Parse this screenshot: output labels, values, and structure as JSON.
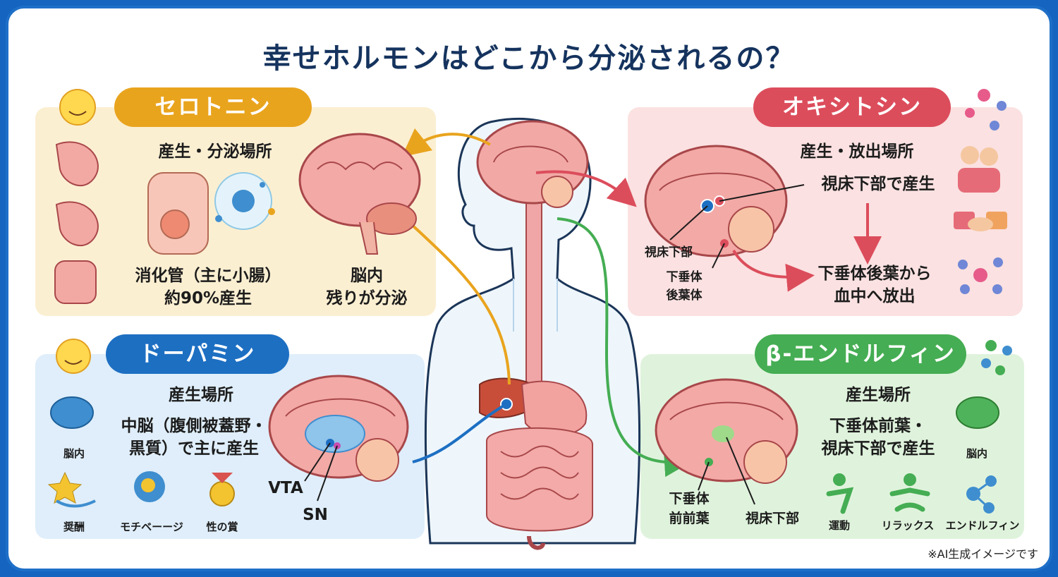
{
  "title": "幸せホルモンはどこから分泌されるの？",
  "note": "※AI生成イメージです",
  "colors": {
    "serotonin": "#e9a41e",
    "oxytocin": "#dc4d5c",
    "dopamine": "#1d6fc2",
    "endorphin": "#45ad53"
  },
  "serotonin": {
    "name": "セロトニン",
    "heading": "産生・分泌場所",
    "gut_line1": "消化管（主に小腸）",
    "gut_line2": "約90%産生",
    "brain_line1": "脳内",
    "brain_line2": "残りが分泌"
  },
  "oxytocin": {
    "name": "オキシトシン",
    "heading": "産生・放出場所",
    "produce": "視床下部で産生",
    "hypothalamus": "視床下部",
    "pituitary_line1": "下垂体",
    "pituitary_line2": "後葉体",
    "release_line1": "下垂体後葉から",
    "release_line2": "血中へ放出"
  },
  "dopamine": {
    "name": "ドーパミン",
    "heading": "産生場所",
    "line1": "中脳（腹側被蓋野・",
    "line2": "黒質）で主に産生",
    "vta": "VTA",
    "sn": "SN",
    "icons": [
      {
        "icon": "brain-icon",
        "label": "脳内"
      },
      {
        "icon": "star-hand-icon",
        "label": "奨酬"
      },
      {
        "icon": "motivation-head-icon",
        "label": "モチベーージ"
      },
      {
        "icon": "medal-icon",
        "label": "性の賞"
      }
    ]
  },
  "endorphin": {
    "name": "β-エンドルフィン",
    "heading": "産生場所",
    "line1": "下垂体前葉・",
    "line2": "視床下部で産生",
    "pituitary_line1": "下垂体",
    "pituitary_line2": "前前葉",
    "hypothalamus": "視床下部",
    "icons": [
      {
        "icon": "brain-icon",
        "label": "脳内"
      },
      {
        "icon": "exercise-icon",
        "label": "運動"
      },
      {
        "icon": "relax-icon",
        "label": "リラックス"
      },
      {
        "icon": "molecule-icon",
        "label": "エンドルフィン"
      }
    ]
  }
}
